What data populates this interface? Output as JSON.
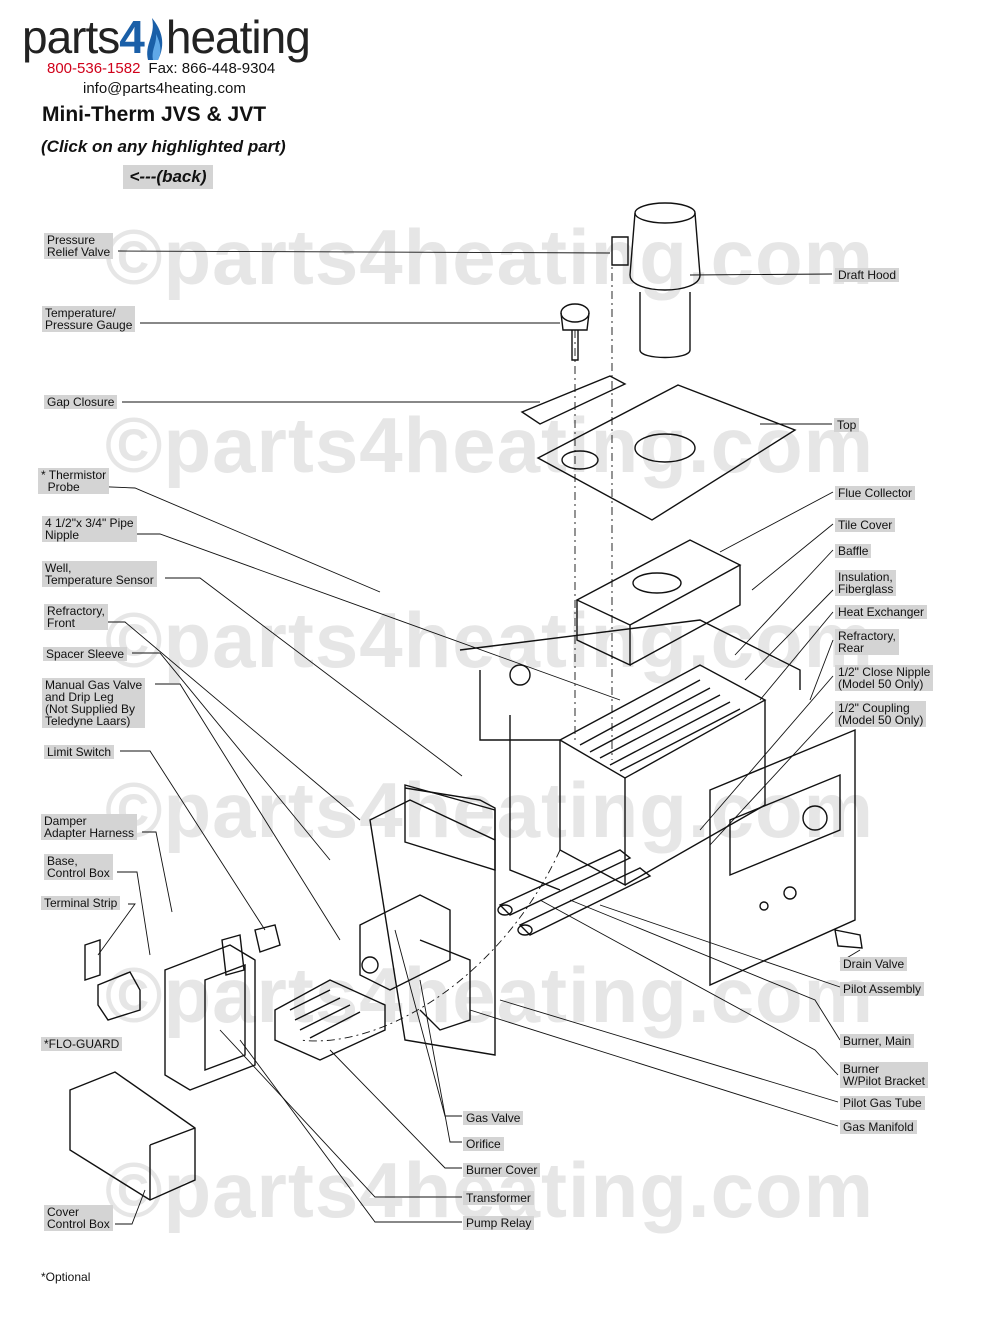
{
  "header": {
    "logo_left": "parts",
    "logo_mid": "4",
    "logo_right": "heating",
    "phone": "800-536-1582",
    "fax": "Fax: 866-448-9304",
    "email": "info@parts4heating.com",
    "title": "Mini-Therm JVS & JVT",
    "subtitle": "(Click on any highlighted part)",
    "back": "<---(back)"
  },
  "watermark": "©parts4heating.com",
  "footnote": "*Optional",
  "colors": {
    "label_bg": "#d4d4d4",
    "phone": "#d0021b",
    "logo_accent": "#1a5fa8",
    "watermark": "#e6e6e6"
  },
  "labels": {
    "pressure_relief_valve": "Pressure\nRelief Valve",
    "temp_pressure_gauge": "Temperature/\nPressure Gauge",
    "gap_closure": "Gap Closure",
    "thermistor_probe": "* Thermistor\n  Probe",
    "pipe_nipple": "4 1/2\"x 3/4\" Pipe\nNipple",
    "well_temp_sensor": "Well,\nTemperature Sensor",
    "refractory_front": "Refractory,\nFront",
    "spacer_sleeve": "Spacer Sleeve",
    "manual_gas_valve": "Manual Gas Valve\nand Drip Leg\n(Not Supplied By\nTeledyne Laars)",
    "limit_switch": "Limit Switch",
    "damper_harness": "Damper\nAdapter Harness",
    "base_control_box": "Base,\nControl Box",
    "terminal_strip": "Terminal Strip",
    "flo_guard": "*FLO-GUARD",
    "cover_control_box": "Cover\nControl Box",
    "draft_hood": "Draft Hood",
    "top": "Top",
    "flue_collector": "Flue Collector",
    "tile_cover": "Tile Cover",
    "baffle": "Baffle",
    "insulation": "Insulation,\nFiberglass",
    "heat_exchanger": "Heat Exchanger",
    "refractory_rear": "Refractory,\nRear",
    "close_nipple": "1/2\" Close Nipple\n(Model 50 Only)",
    "coupling": "1/2\" Coupling\n(Model 50 Only)",
    "drain_valve": "Drain Valve",
    "pilot_assembly": "Pilot Assembly",
    "burner_main": "Burner, Main",
    "burner_pilot_bracket": "Burner\nW/Pilot Bracket",
    "pilot_gas_tube": "Pilot Gas Tube",
    "gas_manifold": "Gas Manifold",
    "gas_valve": "Gas Valve",
    "orifice": "Orifice",
    "burner_cover": "Burner Cover",
    "transformer": "Transformer",
    "pump_relay": "Pump Relay"
  }
}
